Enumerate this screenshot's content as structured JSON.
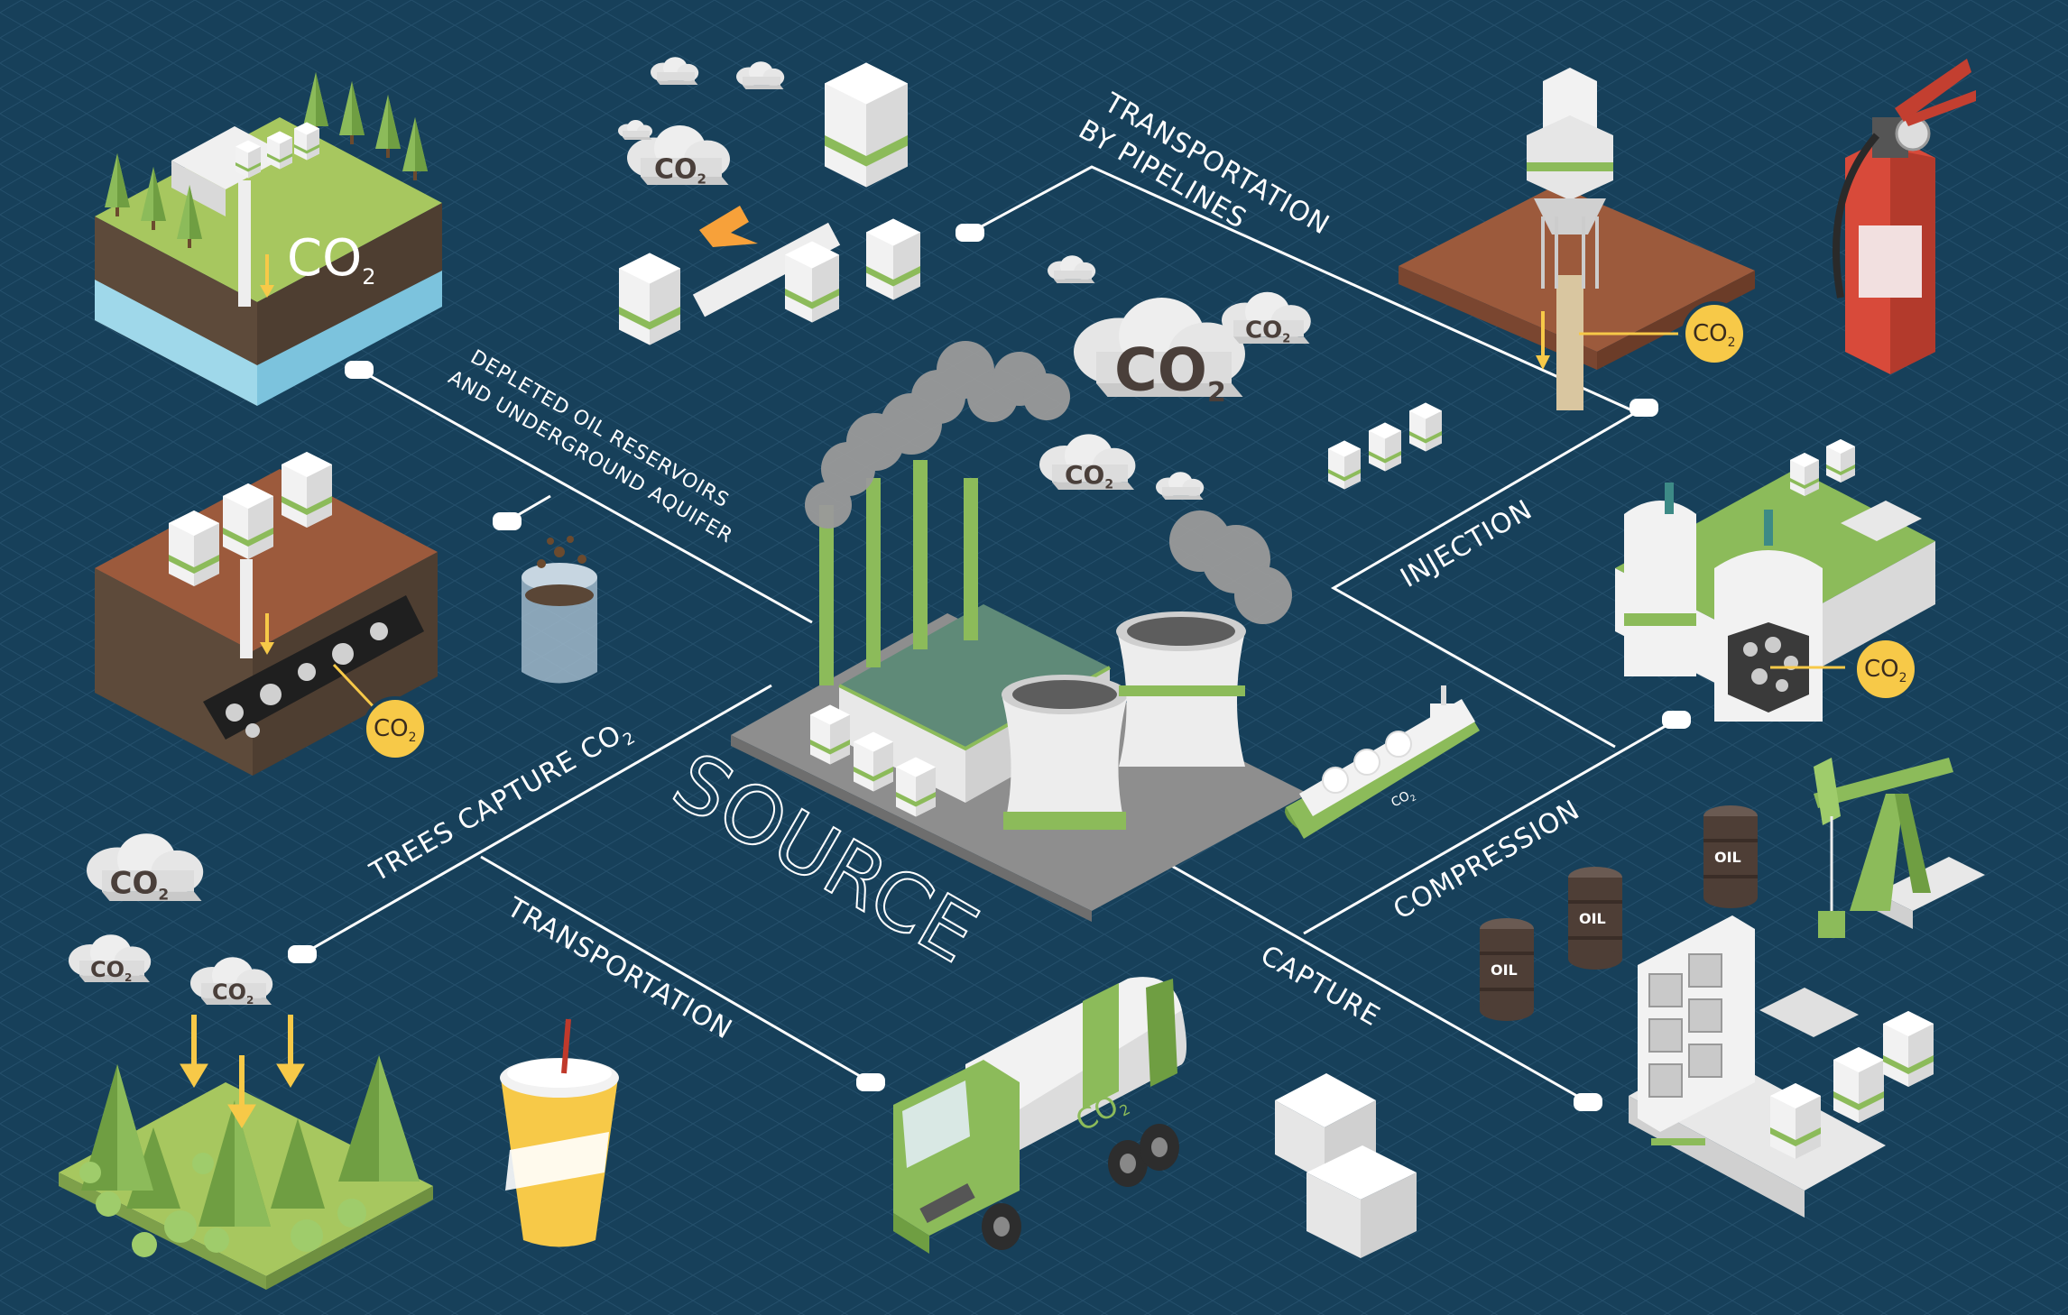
{
  "colors": {
    "background": "#17405a",
    "grid": "#2a5875",
    "connector": "#ffffff",
    "accent_green": "#8cbb5a",
    "badge_yellow": "#f7c948",
    "soil_brown": "#9c5a3c",
    "white_tank": "#f2f2f2"
  },
  "center": {
    "label": "SOURCE"
  },
  "labels": {
    "transportation_by_pipelines_line1": "TRANSPORTATION",
    "transportation_by_pipelines_line2": "BY PIPELINES",
    "depleted_line1": "DEPLETED OIL RESERVOIRS",
    "depleted_line2": "AND UNDERGROUND AQUIFER",
    "injection": "INJECTION",
    "trees_capture": "TREES CAPTURE CO",
    "trees_capture_sub": "2",
    "compression": "COMPRESSION",
    "transportation": "TRANSPORTATION",
    "capture": "CAPTURE"
  },
  "badges": {
    "co2": "CO",
    "co2_sub": "2"
  },
  "clouds": {
    "co2": "CO",
    "co2_sub": "2"
  },
  "oil_barrels": {
    "label": "OIL"
  },
  "truck": {
    "tank_label": "CO",
    "tank_label_sub": "2"
  },
  "ship": {
    "hull_label": "CO",
    "hull_label_sub": "2"
  },
  "icons": [
    "underground-storage-icon",
    "oil-reservoir-icon",
    "trees-capture-icon",
    "cloud-co2-icon",
    "pipeline-storage-icon",
    "injection-rig-icon",
    "fire-extinguisher-icon",
    "compression-plant-icon",
    "oil-pump-icon",
    "oil-barrel-icon",
    "capture-plant-icon",
    "tanker-truck-icon",
    "ship-icon",
    "drink-cup-icon",
    "glass-jar-icon",
    "power-plant-icon"
  ]
}
